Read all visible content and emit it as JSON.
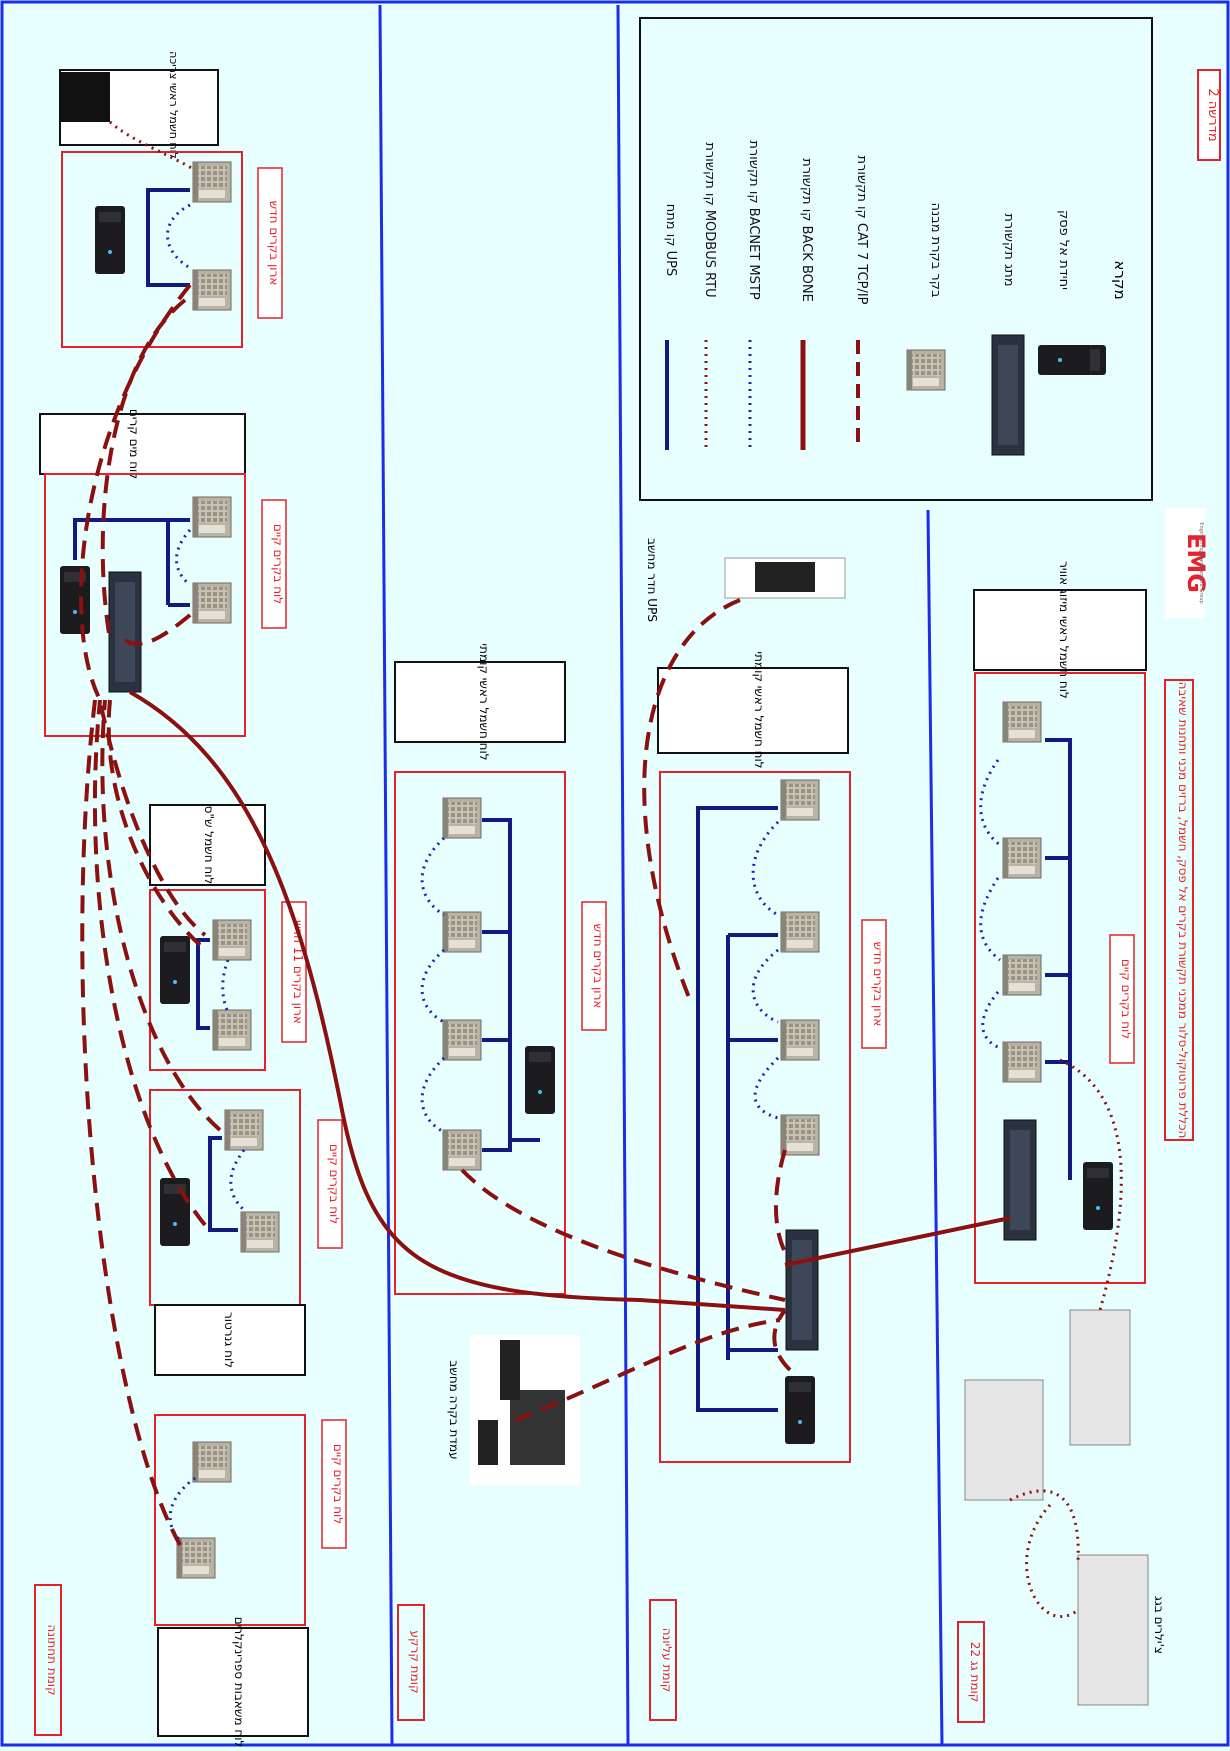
{
  "title_tag": "מדרשה 2",
  "logo_text": "EMG",
  "logo_sub": "Engineering Management Group",
  "legend": {
    "title": "מקרא",
    "items": [
      {
        "label": "יחידת אל פסק"
      },
      {
        "label": "מתג תקשורת"
      },
      {
        "label": "בקר בקרת מבנה"
      },
      {
        "label": "קו תקשורת CAT 7 TCP/IP"
      },
      {
        "label": "קו תקשורת BACK BONE"
      },
      {
        "label": "קו תקשורת BACNET MSTP"
      },
      {
        "label": "קו תקשורת MODBUS RTU"
      },
      {
        "label": "קו מתח UPS"
      }
    ]
  },
  "floors": [
    {
      "label": "קומת גג 22"
    },
    {
      "label": "קומת עליונה"
    },
    {
      "label": "קומת קרקע"
    },
    {
      "label": "קומת תחתונה"
    }
  ],
  "panels": {
    "roof_cabinet": "לוח בקרים קיים",
    "roof_note": "הכללת פרוטוקול-סלור ממכני תקשורת בקרים אל פסק, חשמל, ברזים מכני ותחנות שאיבה",
    "roof_board": "לוח חשמל ראשי מיזוג אוויר",
    "upper_cabinet": "ארון בקרים חדש",
    "upper_board": "לוח חשמל ראשי קומתי",
    "ground_cabinet": "ארון בקרים חדש",
    "ground_board": "לוח חשמל ראשי קומתי",
    "server_ups": "חדר מחשב UPS",
    "workstation": "עמדת בקרה מחשב",
    "bottom_a": "ארון בקרים חדש",
    "bottom_b": "לוח בקרים קיים",
    "bottom_c": "ארון בקרים 11 חדש",
    "bottom_d": "לוח בקרים קיים",
    "bottom_e": "לוח בקרים קיים",
    "meter_board": "לוח חשמל ראשי צריכה",
    "board_kitchen": "לוח מים קרים",
    "board_power": "לוח חשמל ש\"ס",
    "board_generator": "לוח גנרטור",
    "board_fire": "לוח משאבות ספרינקלרים",
    "chillers": "צ'ילרים בגג"
  },
  "colors": {
    "background": "#e8ffff",
    "floor_line": "#1a2ee8",
    "box_red": "#e8202a",
    "backbone": "#8b1010",
    "bacnet": "#1a28a8",
    "ups_line": "#101a80"
  }
}
